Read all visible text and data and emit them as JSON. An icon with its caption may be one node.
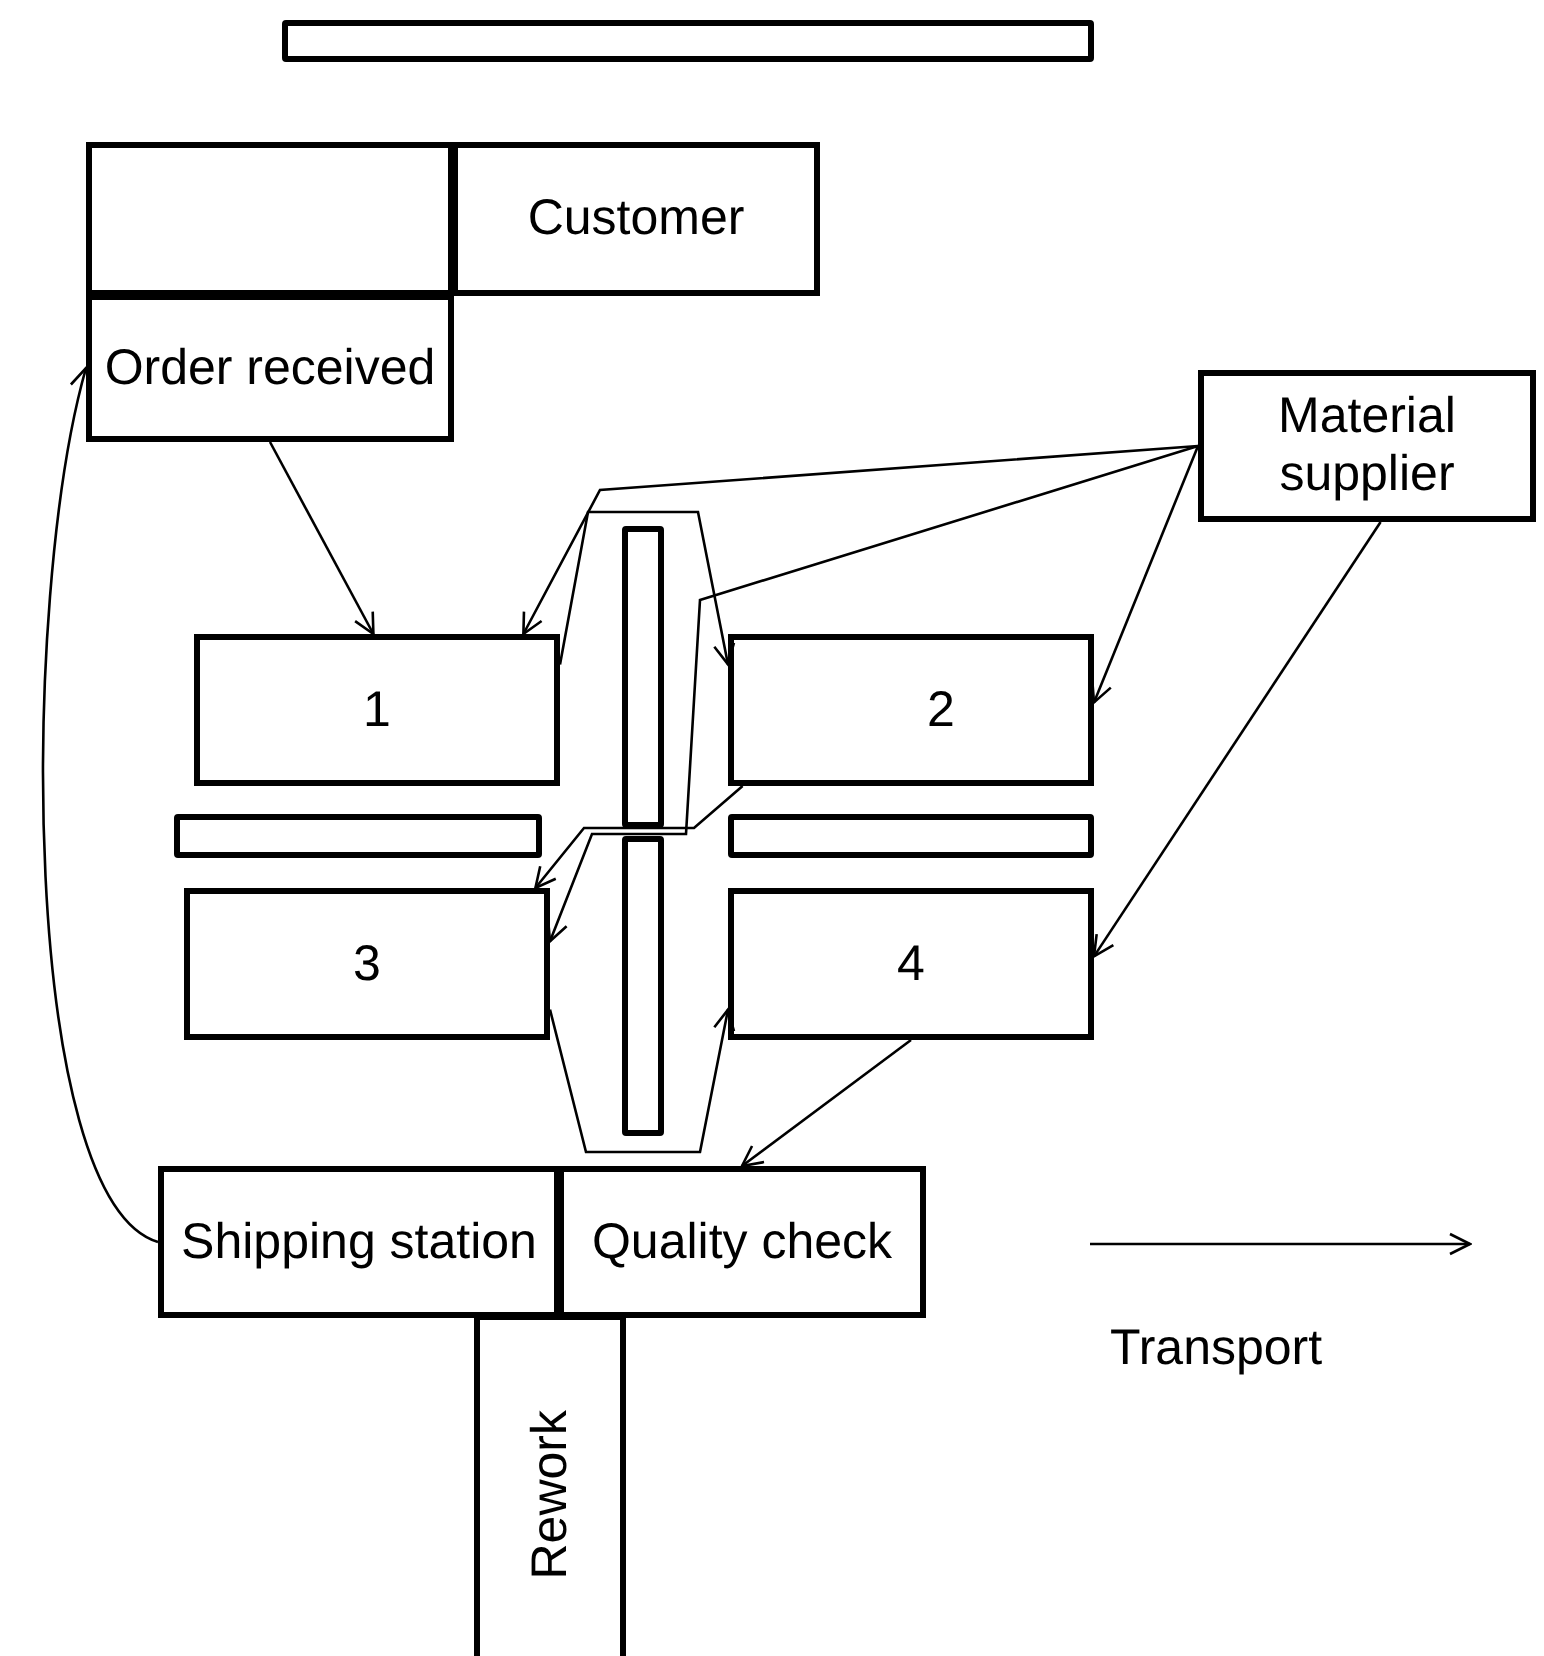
{
  "diagram": {
    "nodes": [
      {
        "text": [],
        "shape": "bar"
      },
      {
        "text": [],
        "shape": "box"
      },
      {
        "text": [
          "Customer"
        ]
      },
      {
        "text": [
          "Order received"
        ]
      },
      {
        "text": [
          "Material supplier"
        ]
      },
      {
        "text": [],
        "shape": "bar"
      },
      {
        "text": [
          "1"
        ]
      },
      {
        "text": [
          "2"
        ]
      },
      {
        "text": [],
        "shape": "bar"
      },
      {
        "text": [],
        "shape": "bar"
      },
      {
        "text": [],
        "shape": "bar"
      },
      {
        "text": [
          "3"
        ]
      },
      {
        "text": [
          "4"
        ]
      },
      {
        "text": [
          "Shipping station"
        ]
      },
      {
        "text": [
          "Quality check"
        ]
      },
      {
        "text": [
          "Rework"
        ]
      }
    ],
    "edges": [
      {
        "from": 3,
        "to": 6,
        "arrow": "to"
      },
      {
        "from": 4,
        "to": 6,
        "arrow": "to"
      },
      {
        "from": 6,
        "to": 7,
        "arrow": "to"
      },
      {
        "from": 4,
        "to": 7,
        "arrow": "to"
      },
      {
        "from": 4,
        "to": 11,
        "arrow": "to"
      },
      {
        "from": 4,
        "to": 12,
        "arrow": "to"
      },
      {
        "from": 7,
        "to": 11,
        "arrow": "to"
      },
      {
        "from": 11,
        "to": 12,
        "arrow": "to"
      },
      {
        "from": 12,
        "to": 14,
        "arrow": "to"
      },
      {
        "from": 13,
        "to": 3,
        "arrow": "to"
      }
    ],
    "labels": [
      "Transport"
    ]
  }
}
